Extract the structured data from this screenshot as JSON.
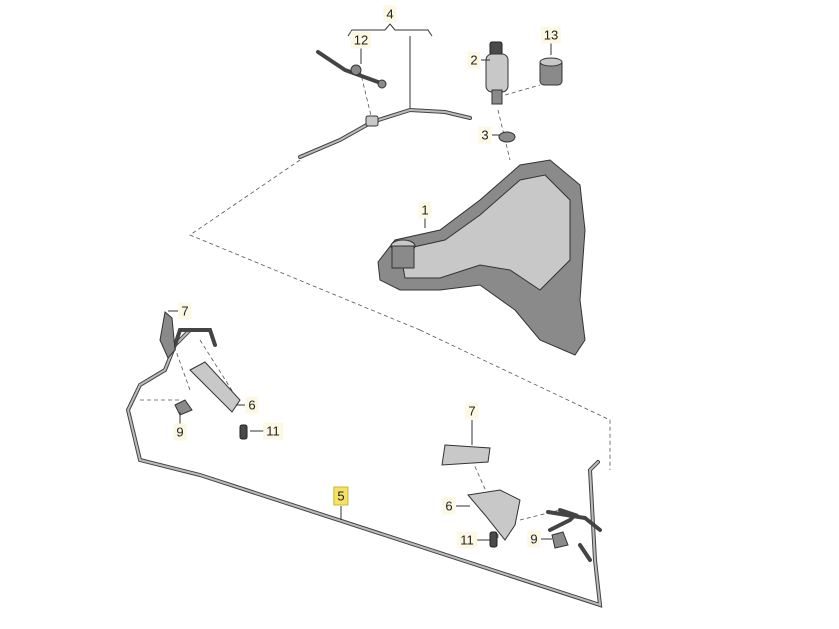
{
  "diagram": {
    "labels": {
      "hose_set": "4",
      "hose_connector": "12",
      "washer_pump": "2",
      "pump_seal": "13",
      "grommet": "3",
      "reservoir": "1",
      "cap_left": "7",
      "nozzle_left": "6",
      "clip_left": "9",
      "screw_left": "11",
      "hose_main": "5",
      "cap_right": "7",
      "nozzle_right": "6",
      "screw_right": "11",
      "clip_right": "9"
    },
    "highlighted_label": "5",
    "highlight_color": "#f5e163"
  }
}
